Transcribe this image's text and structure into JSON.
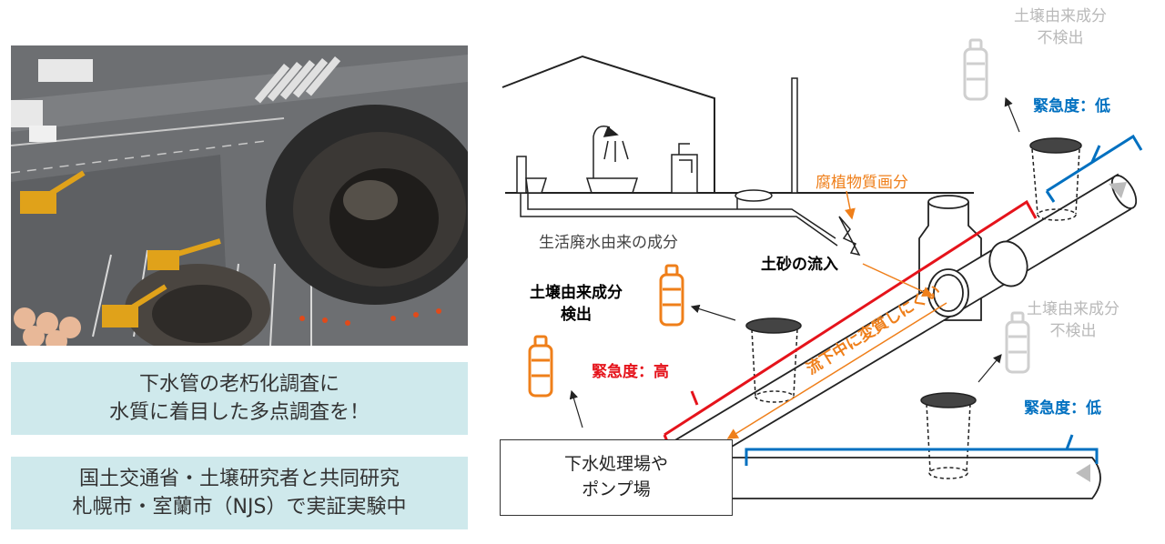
{
  "photo": {
    "description": "sinkhole aerial photo"
  },
  "callouts": {
    "box1_line1": "下水管の老朽化調査に",
    "box1_line2": "水質に着目した多点調査を！",
    "box2_line1": "国土交通省・土壌研究者と共同研究",
    "box2_line2": "札幌市・室蘭市（NJS）で実証実験中"
  },
  "diagram": {
    "domestic_wastewater": "生活廃水由来の成分",
    "humic_substances": "腐植物質画分",
    "soil_inflow": "土砂の流入",
    "soil_detected_line1": "土壌由来成分",
    "soil_detected_line2": "検出",
    "urgency_high": "緊急度：高",
    "urgency_low_top": "緊急度：低",
    "urgency_low_bottom": "緊急度：低",
    "not_detected_top_line1": "土壌由来成分",
    "not_detected_top_line2": "不検出",
    "not_detected_mid_line1": "土壌由来成分",
    "not_detected_mid_line2": "不検出",
    "stable_in_flow": "流下中に変質しにくい",
    "plant_line1": "下水処理場や",
    "plant_line2": "ポンプ場"
  },
  "colors": {
    "orange": "#ef7f1a",
    "blue": "#0070c0",
    "red": "#e5131b",
    "box": "#cfe9ec",
    "gray": "#b9b9b9"
  }
}
